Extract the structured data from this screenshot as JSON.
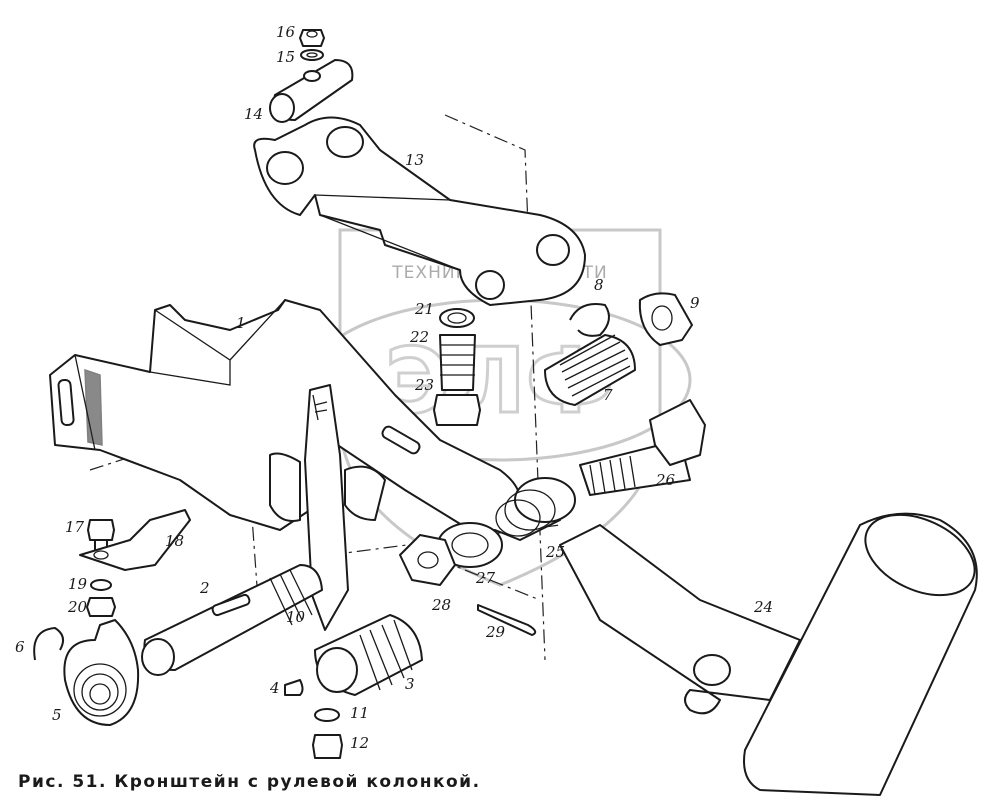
{
  "caption": "Рис. 51. Кронштейн с рулевой колонкой.",
  "watermark": {
    "text": "ТЕХНИКА и ЗАПЧАСТИ",
    "logo": "ЭЛФ"
  },
  "labels": [
    "1",
    "2",
    "3",
    "4",
    "5",
    "6",
    "7",
    "8",
    "9",
    "10",
    "11",
    "12",
    "13",
    "14",
    "15",
    "16",
    "17",
    "18",
    "19",
    "20",
    "21",
    "22",
    "23",
    "24",
    "25",
    "26",
    "27",
    "28",
    "29"
  ],
  "colors": {
    "ink": "#1a1a1a",
    "watermark": "#9a9a9a",
    "background": "#ffffff"
  }
}
